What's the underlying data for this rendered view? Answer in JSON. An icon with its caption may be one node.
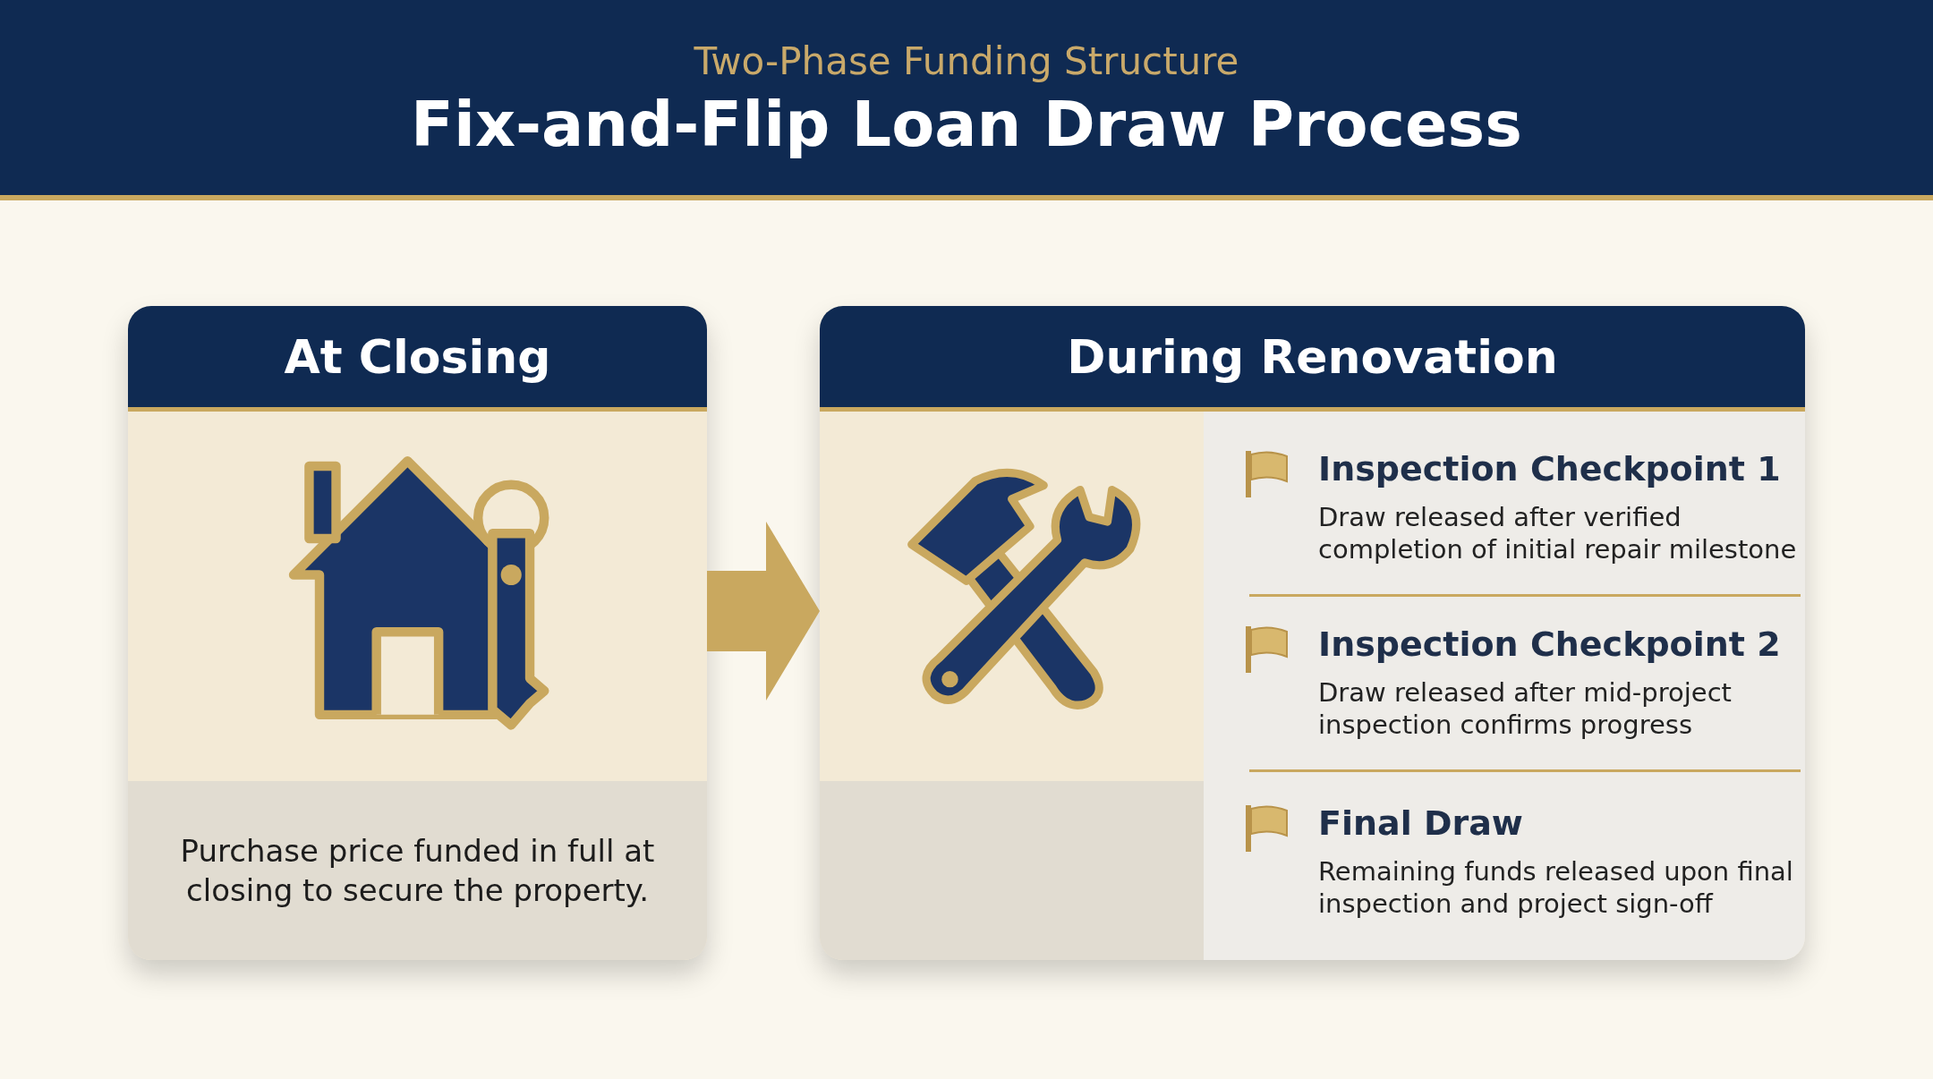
{
  "diagram": {
    "title": "Fix-and-Flip Loan Draw Process",
    "nodes": [
      {
        "text": [
          "At Closing",
          "Purchase price funded in full at closing to secure the property."
        ]
      },
      {
        "text": [
          "During Renovation"
        ]
      },
      {
        "text": [
          "Inspection Checkpoint 1",
          "Draw released after verified completion of initial repair milestone"
        ],
        "in": 1
      },
      {
        "text": [
          "Inspection Checkpoint 2",
          "Draw released after mid-project inspection confirms progress"
        ],
        "in": 1
      },
      {
        "text": [
          "Final Draw",
          "Remaining funds released upon final inspection and project sign-off"
        ],
        "in": 1
      }
    ],
    "edges": [
      {
        "from": 0,
        "to": 1,
        "arrow": "to"
      }
    ],
    "labels": [
      "Two-Phase Funding Structure"
    ]
  }
}
